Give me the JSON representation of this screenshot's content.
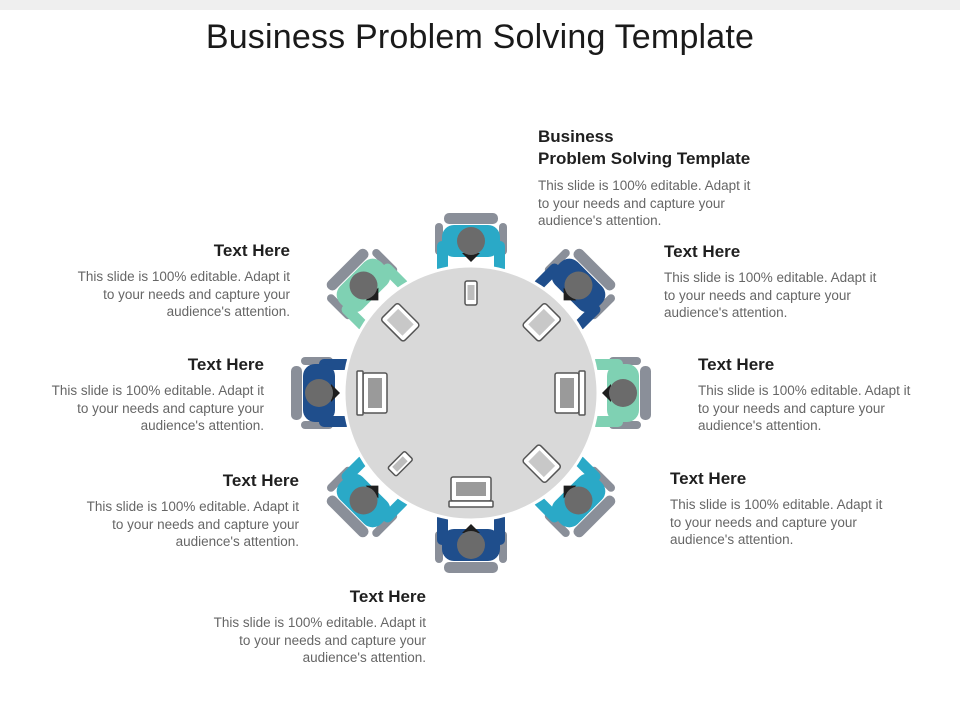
{
  "title": "Business Problem Solving Template",
  "main": {
    "heading_line1": "Business",
    "heading_line2": "Problem Solving Template",
    "body": "This slide is 100% editable. Adapt it to your needs and capture your audience's attention."
  },
  "blocks": [
    {
      "heading": "Text Here",
      "body": "This slide is 100% editable. Adapt it to your needs and capture your audience's attention."
    },
    {
      "heading": "Text Here",
      "body": "This slide is 100% editable. Adapt it to your needs and capture your audience's attention."
    },
    {
      "heading": "Text Here",
      "body": "This slide is 100% editable. Adapt it to your needs and capture your audience's attention."
    },
    {
      "heading": "Text Here",
      "body": "This slide is 100% editable. Adapt it to your needs and capture your audience's attention."
    },
    {
      "heading": "Text Here",
      "body": "This slide is 100% editable. Adapt it to your needs and capture your audience's attention."
    },
    {
      "heading": "Text Here",
      "body": "This slide is 100% editable. Adapt it to your needs and capture your audience's attention."
    },
    {
      "heading": "Text Here",
      "body": "This slide is 100% editable. Adapt it to your needs and capture your audience's attention."
    }
  ],
  "colors": {
    "table": "#d9d9d9",
    "teal": "#2aa9c7",
    "navy": "#1f4e8c",
    "mint": "#7fd1b3",
    "chair": "#8a8f99",
    "head": "#6b6b6b",
    "hand": "#f1c9a5"
  },
  "people": [
    {
      "color": "teal",
      "item": "phone"
    },
    {
      "color": "navy",
      "item": "tablet"
    },
    {
      "color": "mint",
      "item": "laptop"
    },
    {
      "color": "teal",
      "item": "tablet"
    },
    {
      "color": "navy",
      "item": "laptop"
    },
    {
      "color": "teal",
      "item": "phone"
    },
    {
      "color": "navy",
      "item": "laptop"
    },
    {
      "color": "mint",
      "item": "tablet"
    }
  ]
}
